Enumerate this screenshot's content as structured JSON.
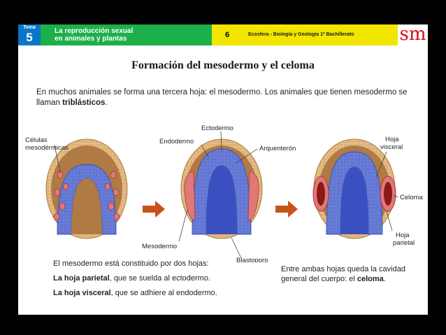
{
  "header": {
    "tema_label": "Tema",
    "tema_number": "5",
    "unit_title_line1": "La reproducción sexual",
    "unit_title_line2": "en animales y plantas",
    "page_number": "6",
    "book_title": "Ecosfera - Biología y Geología 1º Bachillerato",
    "publisher_logo": "sm"
  },
  "slide": {
    "title": "Formación del mesodermo y el celoma",
    "intro_text": "En muchos animales se forma una tercera hoja: el mesodermo. Los animales que tienen mesodermo se llaman ",
    "intro_bold": "triblásticos",
    "intro_end": "."
  },
  "diagram": {
    "labels": {
      "celulas_line1": "Células",
      "celulas_line2": "mesodérmicas",
      "ectodermo": "Ectodermo",
      "endodermo": "Endodermo",
      "arquenteron": "Arquenterón",
      "mesodermo": "Mesodermo",
      "blastoporo": "Blastoporo",
      "hoja_visceral_line1": "Hoja",
      "hoja_visceral_line2": "visceral",
      "celoma": "Celoma",
      "hoja_parietal_line1": "Hoja",
      "hoja_parietal_line2": "parietal"
    },
    "colors": {
      "ectoderm": "#e8c38a",
      "interior": "#b07a45",
      "endoderm": "#6e82d8",
      "archenteron": "#3b50c0",
      "mesoderm": "#e27777",
      "arrow": "#c8531a"
    }
  },
  "text_bottom": {
    "line1": "El mesodermo está constituido por dos hojas:",
    "parietal_bold": "La hoja parietal",
    "parietal_rest": ", que se suelda al ectodermo.",
    "visceral_bold": "La hoja visceral",
    "visceral_rest": ", que se adhiere al endodermo.",
    "right_text": "Entre ambas hojas queda la cavidad general del cuerpo: el ",
    "right_bold": "celoma",
    "right_end": "."
  },
  "icons": [
    "right-arrow-icon",
    "right-arrow-icon"
  ]
}
